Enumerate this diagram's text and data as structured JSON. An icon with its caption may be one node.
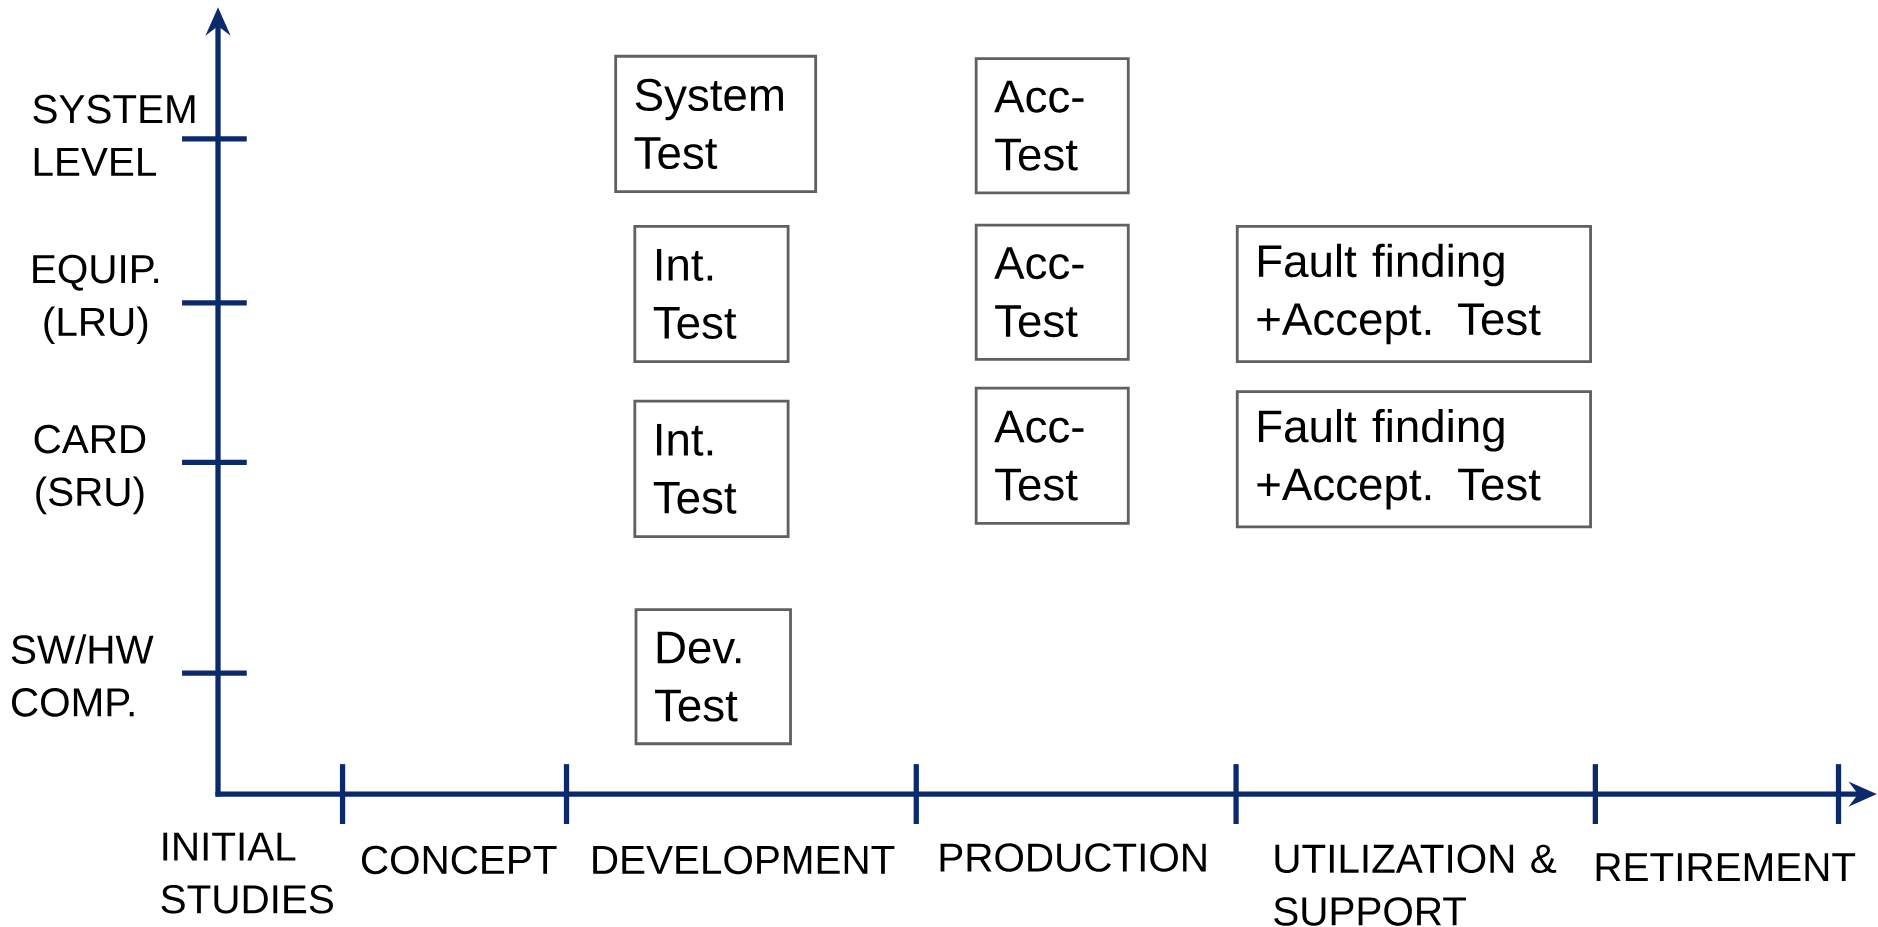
{
  "diagram": {
    "nodes": [
      {
        "text": [
          "System Test"
        ]
      },
      {
        "text": [
          "Acc-Test"
        ]
      },
      {
        "text": [
          "Int. Test"
        ]
      },
      {
        "text": [
          "Acc-Test"
        ]
      },
      {
        "text": [
          "Fault finding +Accept. Test"
        ]
      },
      {
        "text": [
          "Int. Test"
        ]
      },
      {
        "text": [
          "Acc-Test"
        ]
      },
      {
        "text": [
          "Fault finding +Accept. Test"
        ]
      },
      {
        "text": [
          "Dev. Test"
        ]
      }
    ],
    "labels": [
      "SYSTEM LEVEL",
      "EQUIP. (LRU)",
      "CARD (SRU)",
      "SW/HW COMP.",
      "INITIAL STUDIES",
      "CONCEPT",
      "DEVELOPMENT",
      "PRODUCTION",
      "UTILIZATION & SUPPORT",
      "RETIREMENT"
    ]
  }
}
